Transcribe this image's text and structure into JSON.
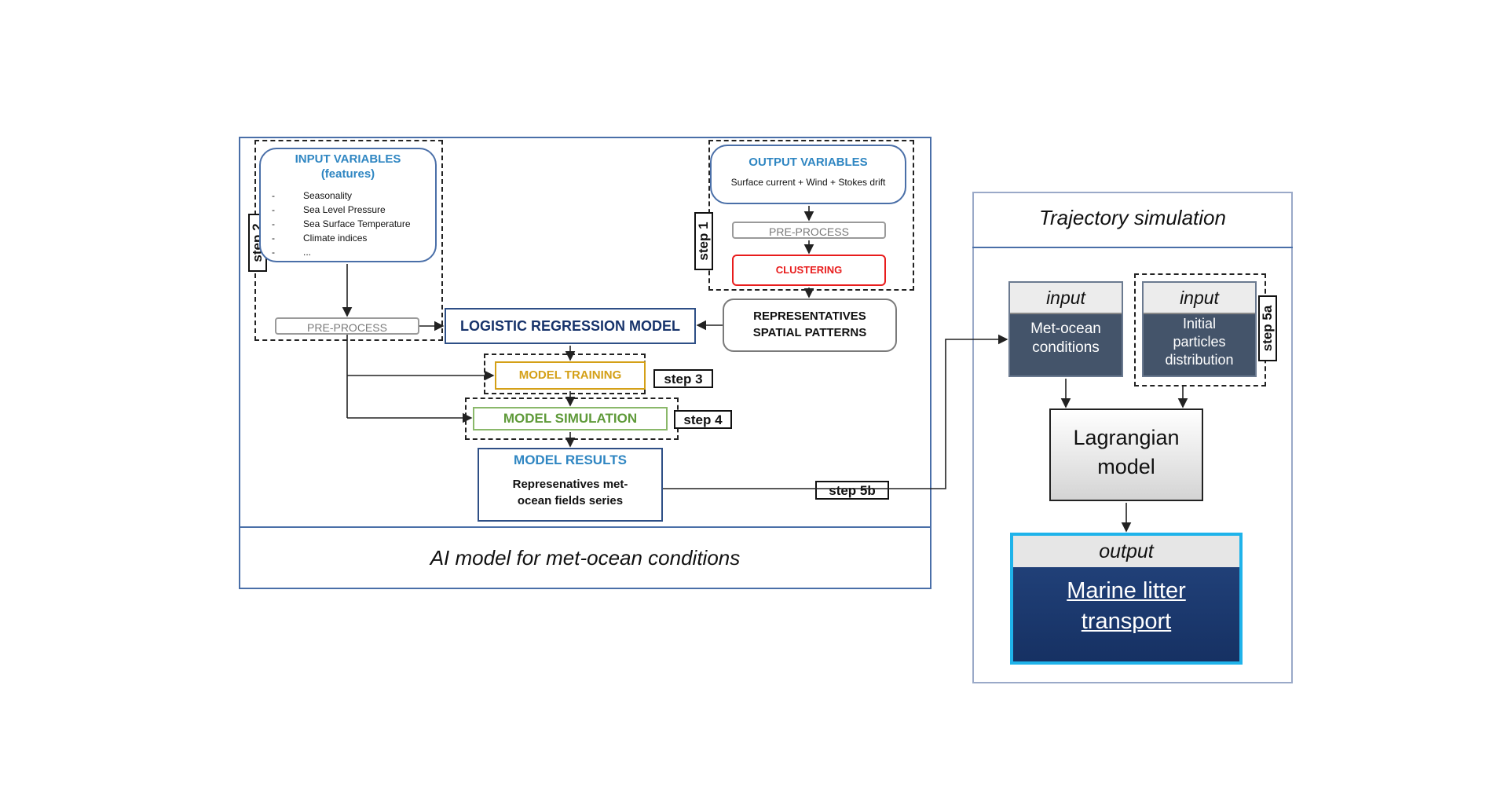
{
  "ai_panel": {
    "caption": "AI model for met-ocean conditions",
    "input_vars": {
      "title_line1": "INPUT VARIABLES",
      "title_line2": "(features)",
      "items": [
        "Seasonality",
        "Sea Level Pressure",
        "Sea Surface Temperature",
        "Climate indices",
        "..."
      ],
      "bullet": "-"
    },
    "output_vars": {
      "title": "OUTPUT VARIABLES",
      "subtitle": "Surface current + Wind + Stokes drift"
    },
    "preprocess_left": "PRE-PROCESS",
    "preprocess_right": "PRE-PROCESS",
    "clustering": "CLUSTERING",
    "representatives_line1": "REPRESENTATIVES",
    "representatives_line2": "SPATIAL PATTERNS",
    "logistic": "LOGISTIC REGRESSION MODEL",
    "training": "MODEL TRAINING",
    "simulation": "MODEL SIMULATION",
    "results": {
      "title": "MODEL RESULTS",
      "line1": "Represenatives met-",
      "line2": "ocean fields series"
    },
    "steps": {
      "step1": "step 1",
      "step2": "step 2",
      "step3": "step 3",
      "step4": "step 4",
      "step5b": "step 5b"
    }
  },
  "trajectory_panel": {
    "title": "Trajectory simulation",
    "input1": {
      "header": "input",
      "line1": "Met-ocean",
      "line2": "conditions"
    },
    "input2": {
      "header": "input",
      "line1": "Initial",
      "line2": "particles",
      "line3": "distribution"
    },
    "step5a": "step 5a",
    "lagrangian_line1": "Lagrangian",
    "lagrangian_line2": "model",
    "output": {
      "header": "output",
      "line1": "Marine litter",
      "line2": "transport"
    }
  },
  "colors": {
    "panel_border": "#4a6fa8",
    "title_blue": "#2f86c2",
    "navy": "#17336b",
    "training_gold": "#d4a017",
    "simulation_green": "#5f9a3a",
    "clustering_red": "#e81c1c",
    "input_box": "#44546a",
    "output_blue": "#1f3f7a",
    "output_border": "#1fb3ea"
  }
}
